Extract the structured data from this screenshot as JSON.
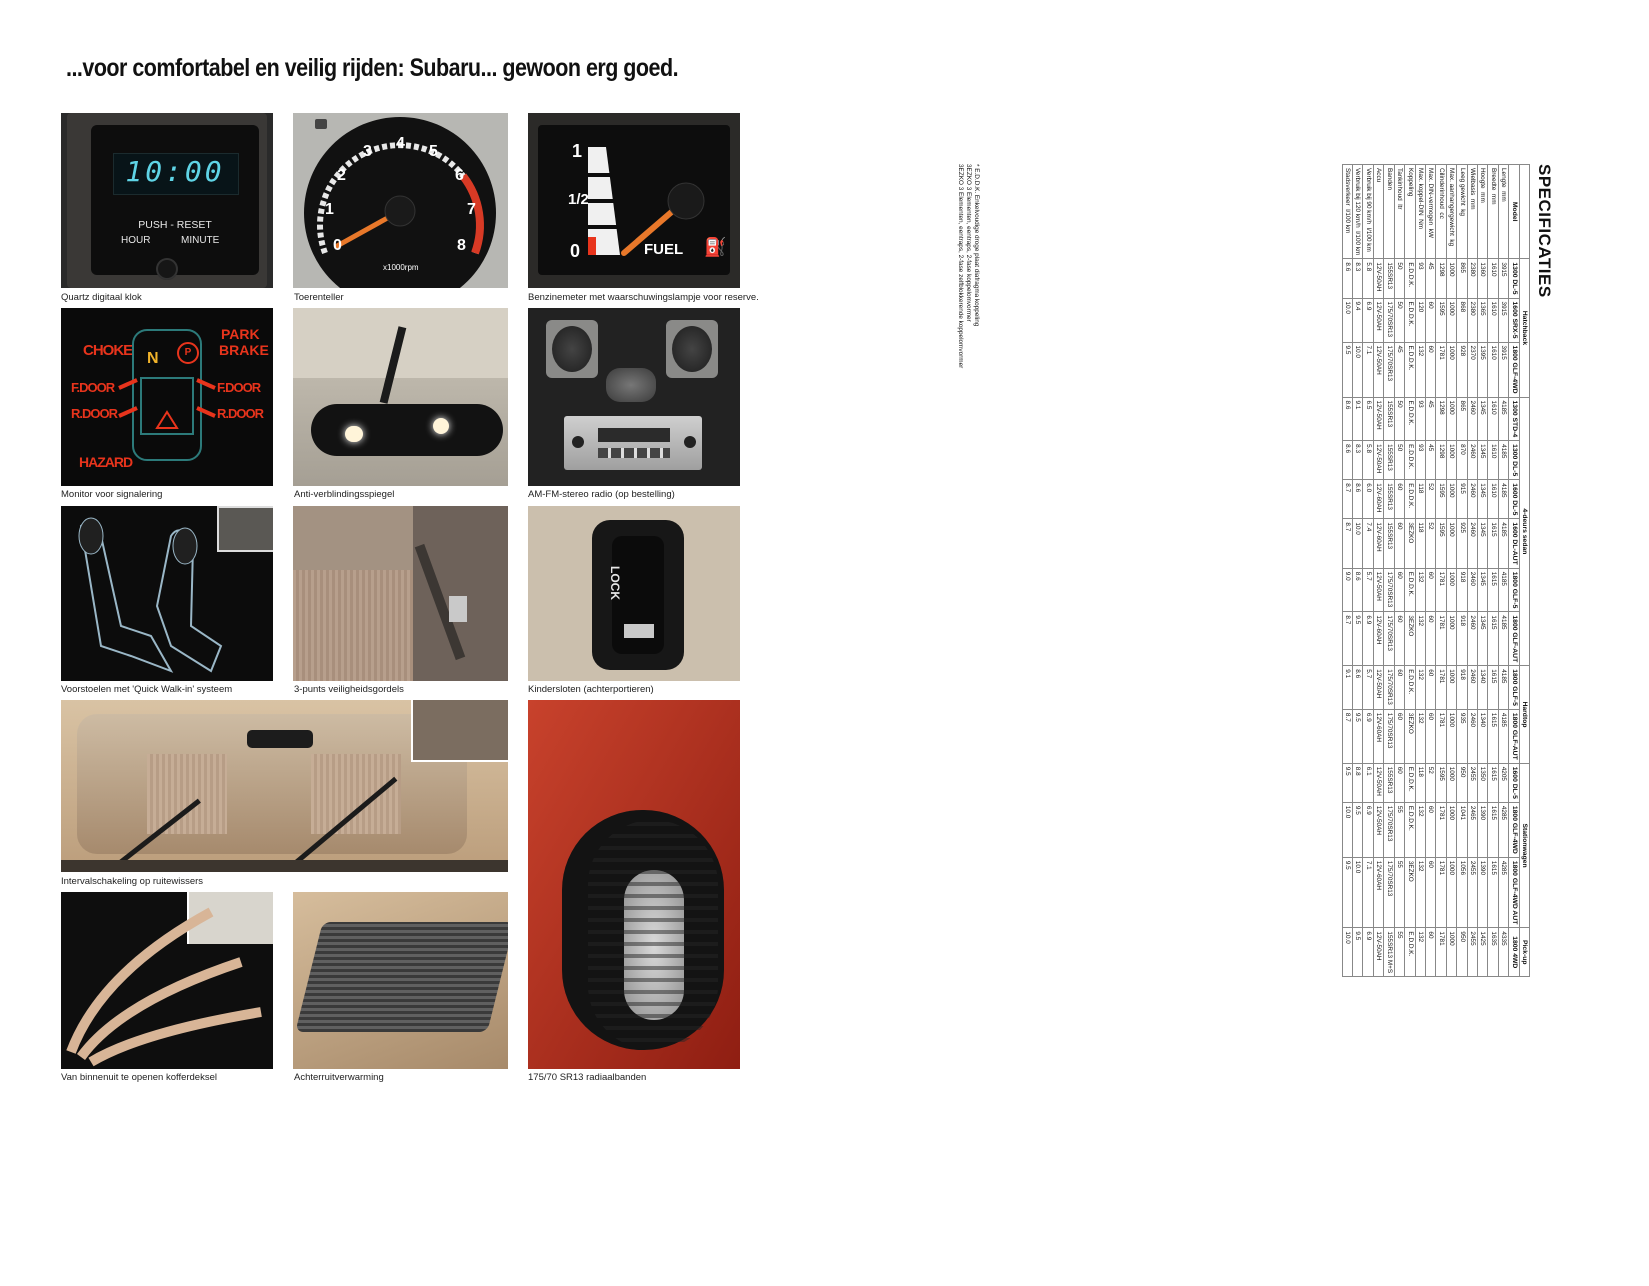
{
  "headline": "...voor comfortabel en veilig rijden: Subaru... gewoon erg goed.",
  "photos": [
    {
      "caption": "Quartz digitaal klok",
      "clock_time": "10:00",
      "push_reset": "PUSH - RESET",
      "hour": "HOUR",
      "minute": "MINUTE"
    },
    {
      "caption": "Toerenteller",
      "ticks": [
        "0",
        "1",
        "2",
        "3",
        "4",
        "5",
        "6",
        "7",
        "8"
      ],
      "unit": "x1000rpm"
    },
    {
      "caption": "Benzinemeter met waarschuwingslampje voor reserve.",
      "full": "1",
      "half": "1/2",
      "empty": "0",
      "fuel": "FUEL"
    },
    {
      "caption": "Monitor voor signalering",
      "choke": "CHOKE",
      "park": "PARK",
      "brake": "BRAKE",
      "fdoor_l": "F.DOOR",
      "rdoor_l": "R.DOOR",
      "fdoor_r": "F.DOOR",
      "rdoor_r": "R.DOOR",
      "hazard": "HAZARD",
      "gear": "N"
    },
    {
      "caption": "Anti-verblindingsspiegel"
    },
    {
      "caption": "AM-FM-stereo radio (op bestelling)"
    },
    {
      "caption": "Voorstoelen met 'Quick Walk-in' systeem"
    },
    {
      "caption": "3-punts veiligheidsgordels"
    },
    {
      "caption": "Kindersloten (achterportieren)",
      "lock": "LOCK"
    },
    {
      "caption": "Intervalschakeling op ruitewissers"
    },
    {
      "caption": "175/70 SR13 radiaalbanden"
    },
    {
      "caption": "Van binnenuit te openen kofferdeksel"
    },
    {
      "caption": "Achterruitverwarming"
    }
  ],
  "specs": {
    "title": "SPECIFICATIES",
    "groups": [
      "Hatchback",
      "4-deurs sedan",
      "Hardtop",
      "Stationwagen",
      "Pick-up"
    ],
    "rows": [
      [
        "Model",
        "1300 DL-5",
        "1600 SRX-5",
        "1800 GLF-4WD",
        "1300 STD-4",
        "1300 DL-5",
        "1600 DL-5",
        "1600 DL-AUT",
        "1800 GLF-5",
        "1800 GLF-AUT",
        "1800 GLF-5",
        "1800 GLF-AUT",
        "1600 DL-5",
        "1800 GLF-4WD",
        "1800 GLF-4WD AUT",
        "1800 4WD"
      ],
      [
        "Lengte  mm",
        "3915",
        "3915",
        "3915",
        "4185",
        "4185",
        "4185",
        "4185",
        "4185",
        "4185",
        "4185",
        "4185",
        "4205",
        "4285",
        "4285",
        "4335"
      ],
      [
        "Breedte  mm",
        "1610",
        "1610",
        "1610",
        "1610",
        "1610",
        "1610",
        "1615",
        "1615",
        "1615",
        "1615",
        "1615",
        "1615",
        "1615",
        "1615",
        "1635"
      ],
      [
        "Hoogte  mm",
        "1360",
        "1365",
        "1395",
        "1345",
        "1345",
        "1345",
        "1345",
        "1345",
        "1345",
        "1340",
        "1340",
        "1350",
        "1390",
        "1390",
        "1425"
      ],
      [
        "Wielbasis  mm",
        "2380",
        "2380",
        "2370",
        "2460",
        "2460",
        "2460",
        "2460",
        "2460",
        "2460",
        "2460",
        "2460",
        "2455",
        "2465",
        "2455",
        "2455"
      ],
      [
        "Leeg gewicht  kg",
        "865",
        "868",
        "928",
        "865",
        "870",
        "915",
        "925",
        "918",
        "918",
        "918",
        "935",
        "950",
        "1041",
        "1056",
        "950"
      ],
      [
        "Max. aanhangergewicht  kg",
        "1000",
        "1000",
        "1000",
        "1000",
        "1000",
        "1000",
        "1000",
        "1000",
        "1000",
        "1000",
        "1000",
        "1000",
        "1000",
        "1000",
        "1000"
      ],
      [
        "Cilinderinhoud  cc",
        "1298",
        "1595",
        "1781",
        "1298",
        "1298",
        "1595",
        "1595",
        "1781",
        "1781",
        "1781",
        "1781",
        "1595",
        "1781",
        "1781",
        "1781"
      ],
      [
        "Max. DIN-vermogen  kW",
        "45",
        "60",
        "60",
        "45",
        "45",
        "52",
        "52",
        "60",
        "60",
        "60",
        "60",
        "52",
        "60",
        "60",
        "60"
      ],
      [
        "Max. koppel-DIN  Nm",
        "93",
        "120",
        "132",
        "93",
        "93",
        "118",
        "118",
        "132",
        "132",
        "132",
        "132",
        "118",
        "132",
        "132",
        "132"
      ],
      [
        "Koppeling",
        "E.D.D.K.",
        "E.D.D.K.",
        "E.D.D.K.",
        "E.D.D.K.",
        "E.D.D.K.",
        "E.D.D.K.",
        "3EZKO",
        "E.D.D.K.",
        "3EZKO",
        "E.D.D.K.",
        "3EZKO",
        "E.D.D.K.",
        "E.D.D.K.",
        "3EZKO",
        "E.D.D.K."
      ],
      [
        "Tankinhoud  ltr",
        "50",
        "50",
        "45",
        "50",
        "50",
        "60",
        "60",
        "60",
        "60",
        "60",
        "60",
        "60",
        "55",
        "55",
        "55"
      ],
      [
        "Banden",
        "155SR13",
        "175/70SR13",
        "175/70SR13",
        "155SR13",
        "155SR13",
        "155SR13",
        "155SR13",
        "175/70SR13",
        "175/70SR13",
        "175/70SR13",
        "175/70SR13",
        "155SR13",
        "175/70SR13",
        "175/70SR13",
        "155SR13 M+S"
      ],
      [
        "Accu",
        "12V-50AH",
        "12V-50AH",
        "12V-50AH",
        "12V-50AH",
        "12V-50AH",
        "12V-60AH",
        "12V-60AH",
        "12V-50AH",
        "12V-60AH",
        "12V-50AH",
        "12V-60AH",
        "12V-50AH",
        "12V-50AH",
        "12V-60AH",
        "12V-50AH"
      ],
      [
        "Verbruik bij 90 km/h  l/100 km",
        "5.8",
        "6.9",
        "7.1",
        "6.5",
        "5.8",
        "6.0",
        "7.4",
        "5.7",
        "6.9",
        "5.7",
        "6.9",
        "6.1",
        "6.9",
        "7.1",
        "6.9"
      ],
      [
        "Verbruik bij 120 km/h  l/100 km",
        "8.3",
        "9.4",
        "10.0",
        "9.1",
        "8.3",
        "8.6",
        "10.0",
        "8.6",
        "9.5",
        "8.6",
        "9.5",
        "8.8",
        "9.5",
        "10.0",
        "9.5"
      ],
      [
        "Stadsverkeer  l/100 km",
        "8.6",
        "10.0",
        "9.5",
        "8.6",
        "8.6",
        "8.7",
        "8.7",
        "9.0",
        "8.7",
        "9.1",
        "8.7",
        "9.5",
        "10.0",
        "9.5",
        "10.0"
      ]
    ],
    "notes": "* E.D.D.K. Enkelvoudige droge plaat diafragma koppeling\n3EZKO 3 Elementen, eentraps, 2-fase koppelomvormer\n3EZKO 3 Elementen, eentraps, 2-fase zelfblokkerende koppelomvormer"
  },
  "colors": {
    "paper": "#ffffff",
    "black_tile": "#141414",
    "amber_display": "#5fd4e6",
    "needle": "#e8782a",
    "warning_red": "#e8341c"
  }
}
